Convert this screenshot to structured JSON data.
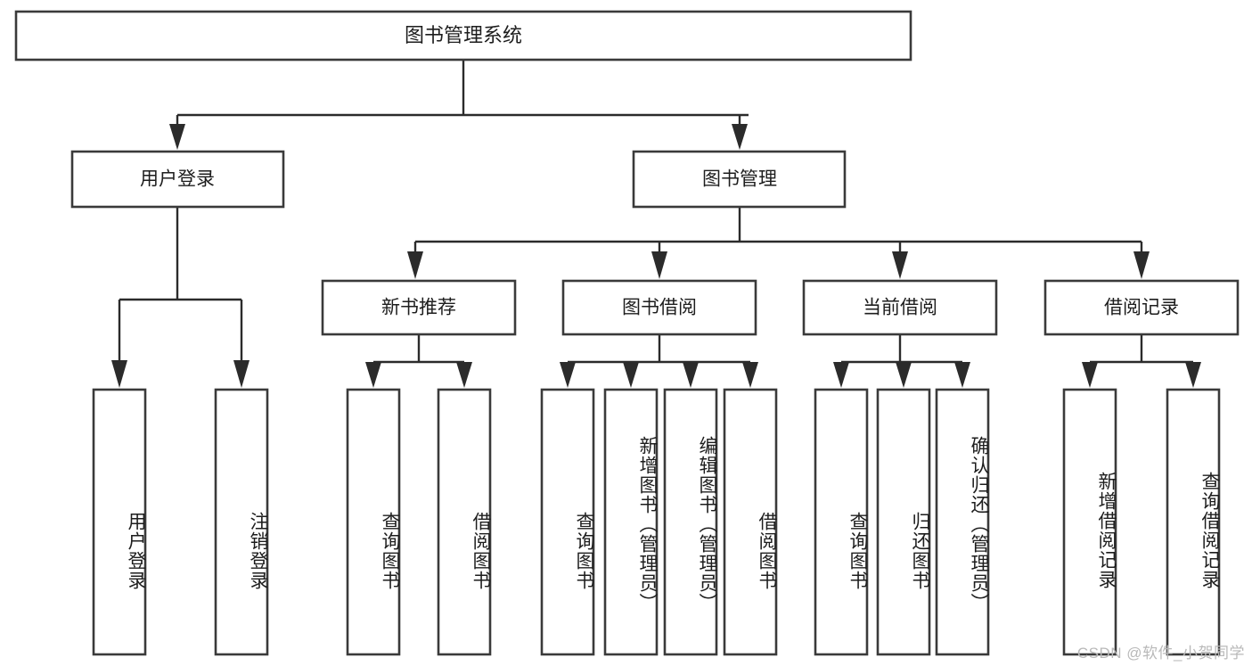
{
  "diagram": {
    "title": "图书管理系统",
    "type": "tree",
    "orientation": "top-down",
    "colors": {
      "box_stroke": "#3a3a3a",
      "box_fill": "#ffffff",
      "connector": "#2b2b2b",
      "text": "#1d1d1d",
      "watermark": "#b9b9b9",
      "background": "#ffffff"
    },
    "root": {
      "label": "图书管理系统"
    },
    "level2": [
      {
        "id": "user-login",
        "label": "用户登录"
      },
      {
        "id": "book-management",
        "label": "图书管理"
      }
    ],
    "level3": [
      {
        "id": "new-book-recommend",
        "label": "新书推荐",
        "parent": "book-management"
      },
      {
        "id": "book-borrow",
        "label": "图书借阅",
        "parent": "book-management"
      },
      {
        "id": "current-borrow",
        "label": "当前借阅",
        "parent": "book-management"
      },
      {
        "id": "borrow-record",
        "label": "借阅记录",
        "parent": "book-management"
      }
    ],
    "leaves": [
      {
        "id": "leaf-user-login",
        "label": "用户登录",
        "parent": "user-login"
      },
      {
        "id": "leaf-logout-login",
        "label": "注销登录",
        "parent": "user-login"
      },
      {
        "id": "leaf-query-book-rec",
        "label": "查询图书",
        "parent": "new-book-recommend"
      },
      {
        "id": "leaf-borrow-book-rec",
        "label": "借阅图书",
        "parent": "new-book-recommend"
      },
      {
        "id": "leaf-query-book-borrow",
        "label": "查询图书",
        "parent": "book-borrow"
      },
      {
        "id": "leaf-add-book-admin",
        "label": "新增图书（管理员）",
        "parent": "book-borrow"
      },
      {
        "id": "leaf-edit-book-admin",
        "label": "编辑图书（管理员）",
        "parent": "book-borrow"
      },
      {
        "id": "leaf-borrow-book",
        "label": "借阅图书",
        "parent": "book-borrow"
      },
      {
        "id": "leaf-query-book-current",
        "label": "查询图书",
        "parent": "current-borrow"
      },
      {
        "id": "leaf-return-book",
        "label": "归还图书",
        "parent": "current-borrow"
      },
      {
        "id": "leaf-confirm-return-admin",
        "label": "确认归还（管理员）",
        "parent": "current-borrow"
      },
      {
        "id": "leaf-add-borrow-record",
        "label": "新增借阅记录",
        "parent": "borrow-record"
      },
      {
        "id": "leaf-query-borrow-record",
        "label": "查询借阅记录",
        "parent": "borrow-record"
      }
    ]
  },
  "watermark": {
    "text": "CSDN @软件_小贺同学"
  }
}
